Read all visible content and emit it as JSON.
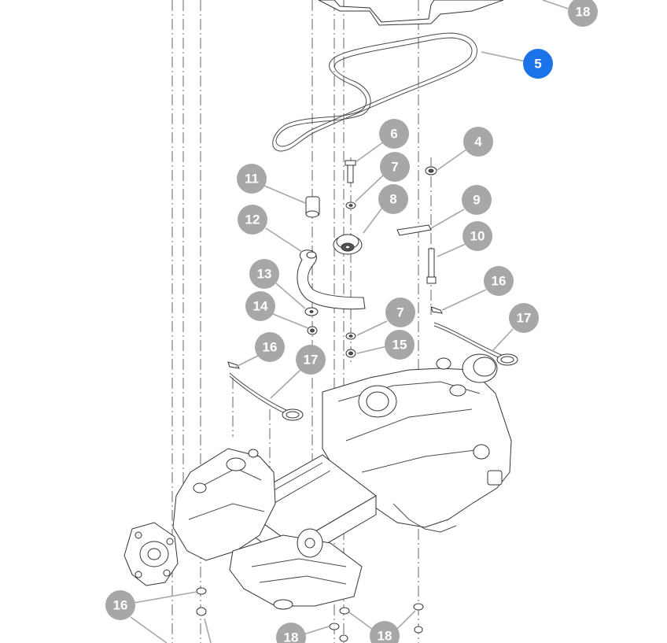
{
  "callouts": [
    {
      "label": "18",
      "state": "default"
    },
    {
      "label": "5",
      "state": "selected"
    },
    {
      "label": "6",
      "state": "default"
    },
    {
      "label": "4",
      "state": "default"
    },
    {
      "label": "7",
      "state": "default"
    },
    {
      "label": "11",
      "state": "default"
    },
    {
      "label": "8",
      "state": "default"
    },
    {
      "label": "9",
      "state": "default"
    },
    {
      "label": "12",
      "state": "default"
    },
    {
      "label": "10",
      "state": "default"
    },
    {
      "label": "13",
      "state": "default"
    },
    {
      "label": "16",
      "state": "default"
    },
    {
      "label": "14",
      "state": "default"
    },
    {
      "label": "7",
      "state": "default"
    },
    {
      "label": "17",
      "state": "default"
    },
    {
      "label": "15",
      "state": "default"
    },
    {
      "label": "16",
      "state": "default"
    },
    {
      "label": "17",
      "state": "default"
    },
    {
      "label": "16",
      "state": "default"
    },
    {
      "label": "18",
      "state": "default"
    },
    {
      "label": "18",
      "state": "default"
    }
  ],
  "colors": {
    "callout_default": "#a7a7a7",
    "callout_selected": "#1a73e8",
    "callout_text": "#ffffff"
  }
}
